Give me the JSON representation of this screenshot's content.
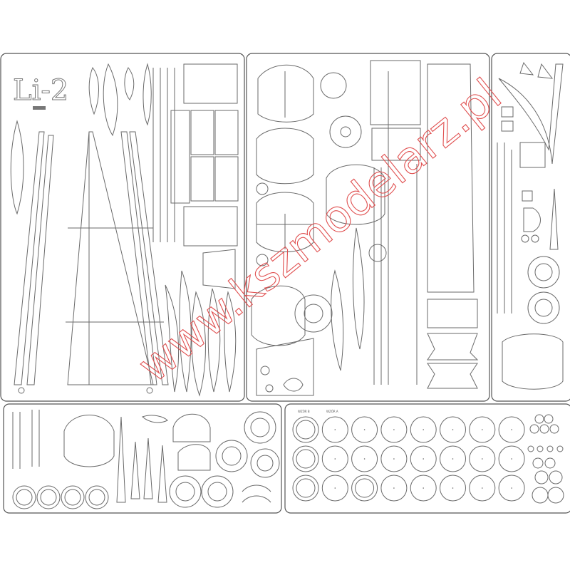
{
  "sheet": {
    "title": "Li-2",
    "watermark": "www.kszmodelarz.pl",
    "colors": {
      "watermark": "#e05050",
      "lines": "#6a6a6a"
    }
  },
  "labels": {
    "pattern_b": "WZÓR B",
    "pattern_a": "WZÓR A"
  }
}
